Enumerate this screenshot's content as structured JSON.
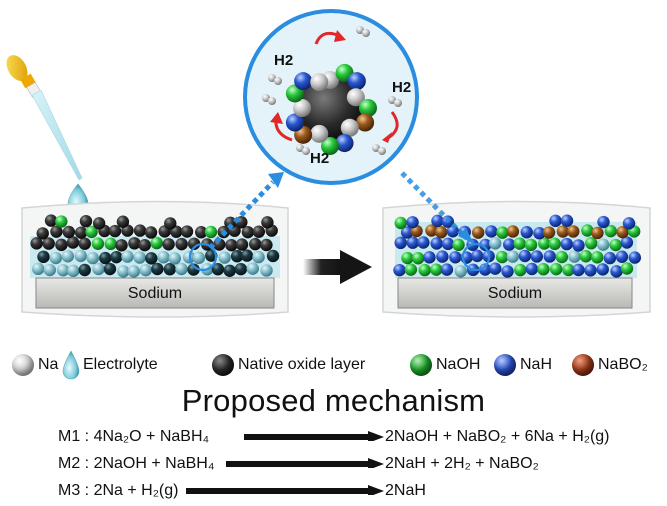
{
  "figure": {
    "left_cell": {
      "substrate_label": "Sodium",
      "layers": [
        "Na",
        "Native oxide layer",
        "NaOH"
      ],
      "electrolyte_drop": true
    },
    "right_cell": {
      "substrate_label": "Sodium",
      "layers": [
        "NaH",
        "NaOH",
        "NaBO2",
        "Na"
      ]
    },
    "zoom_inset": {
      "h2_labels": [
        "H2",
        "H2",
        "H2"
      ]
    },
    "process_arrow": "right-arrow"
  },
  "legend": [
    {
      "label": "Na",
      "color": "#c8c8c8",
      "shape": "ball"
    },
    {
      "label": "Electrolyte",
      "color": "#8fd3e0",
      "shape": "drop"
    },
    {
      "label": "Native oxide layer",
      "color": "#2a2a2a",
      "shape": "ball"
    },
    {
      "label": "NaOH",
      "color": "#1e9e2a",
      "shape": "ball"
    },
    {
      "label": "NaH",
      "color": "#2a4fc4",
      "shape": "ball"
    },
    {
      "label": "NaBO₂",
      "color": "#9a3a1a",
      "shape": "ball"
    }
  ],
  "title": "Proposed mechanism",
  "equations": [
    {
      "id": "M1",
      "reactants": "4Na₂O + NaBH₄",
      "products": "2NaOH + NaBO₂ + 6Na + H₂(g)"
    },
    {
      "id": "M2",
      "reactants": "2NaOH + NaBH₄",
      "products": "2NaH + 2H₂ + NaBO₂"
    },
    {
      "id": "M3",
      "reactants": "2Na + H₂(g)",
      "products": "2NaH"
    }
  ],
  "colors": {
    "na": "#c8c8c8",
    "na_submerged": "#8cc4d0",
    "oxide": "#2e2e2e",
    "naoh": "#22b83a",
    "nah": "#2a4fc4",
    "nabo2": "#9a5a1e",
    "electrolyte": "#bfe6ef",
    "inset_border": "#2a8de0",
    "dashed_arrow": "#2a8de0",
    "h2_arrow": "#e02828"
  }
}
